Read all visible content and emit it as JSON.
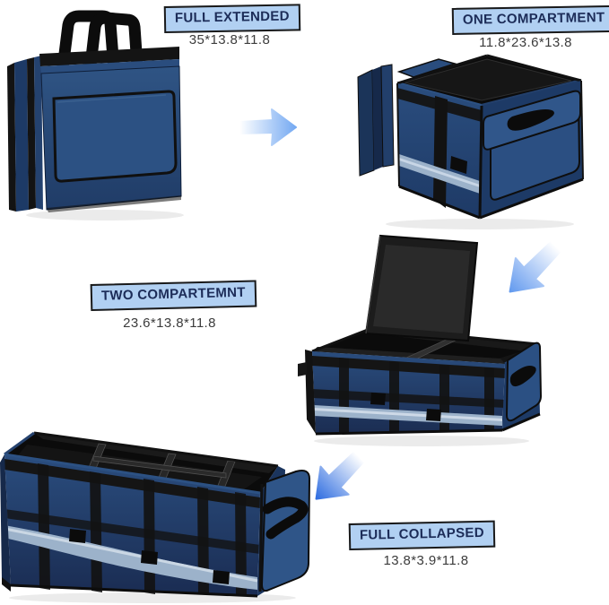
{
  "page": {
    "background": "#ffffff",
    "subject": "Collapsible car trunk organizer shown in four fold configurations"
  },
  "stages": [
    {
      "id": "full-extended",
      "label": "FULL EXTENDED",
      "dimensions": "35*13.8*11.8"
    },
    {
      "id": "one-compartment",
      "label": "ONE COMPARTMENT",
      "dimensions": "11.8*23.6*13.8"
    },
    {
      "id": "two-compartment",
      "label": "TWO COMPARTEMNT",
      "dimensions": "23.6*13.8*11.8"
    },
    {
      "id": "full-collapsed",
      "label": "FULL COLLAPSED",
      "dimensions": "13.8*3.9*11.8"
    }
  ],
  "icons": {
    "flow_arrow_1": "arrow-right",
    "flow_arrow_2": "arrow-down-left",
    "flow_arrow_3": "arrow-down-left"
  },
  "colors": {
    "label_bg": "#b1d0f2",
    "label_border": "#1a1a1a",
    "label_text": "#1c2c58",
    "dimension_text": "#3c3c3c",
    "arrow_blue": "#5e97ee",
    "arrow_deep_blue": "#2f6de0",
    "fabric_navy": "#2a4d7e",
    "fabric_navy_dark": "#1d3a66",
    "trim_black": "#141414",
    "interior_black": "#0f0f0f",
    "reflective_stripe": "#9cb2ca"
  }
}
